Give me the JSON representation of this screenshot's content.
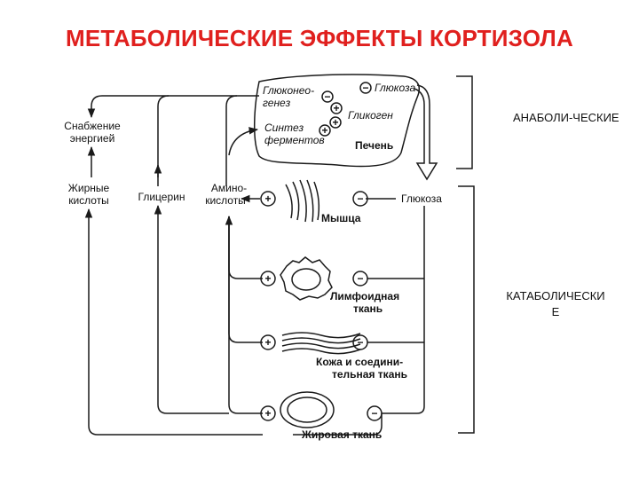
{
  "title": "МЕТАБОЛИЧЕСКИЕ ЭФФЕКТЫ КОРТИЗОЛА",
  "colors": {
    "title": "#e0201e",
    "lines": "#1a1a1a"
  },
  "labels": {
    "energy1": "Снабжение",
    "energy2": "энергией",
    "fatty1": "Жирные",
    "fatty2": "кислоты",
    "glycerin": "Глицерин",
    "amino1": "Амино-",
    "amino2": "кислоты",
    "gluconeo1": "Глюконео-",
    "gluconeo2": "генез",
    "glucose_top": "Глюкоза",
    "glycogen": "Гликоген",
    "synthesis1": "Синтез",
    "synthesis2": "ферментов",
    "liver": "Печень",
    "glucose_mid": "Глюкоза",
    "muscle": "Мышца",
    "lymph1": "Лимфоидная",
    "lymph2": "ткань",
    "skin1": "Кожа и соедини-",
    "skin2": "тельная ткань",
    "fat_tissue": "Жировая ткань"
  },
  "signs": {
    "plus": "+",
    "minus": "−"
  },
  "side": {
    "anabolic": "АНАБОЛИ-ЧЕСКИЕ",
    "catabolic1": "КАТАБОЛИЧЕСКИ",
    "catabolic2": "Е"
  }
}
